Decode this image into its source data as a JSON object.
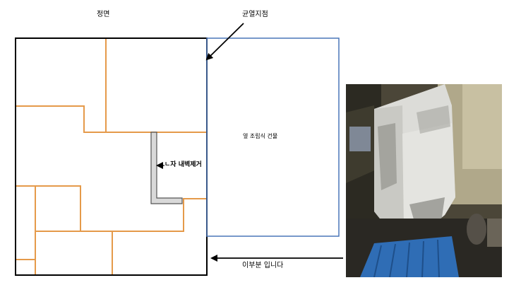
{
  "labels": {
    "front": "정면",
    "crack_point": "균열지점",
    "adjacent_building": "옆 조립식 건물",
    "l_wall_removal": "ㄴ자 내벽제거",
    "this_part": "이부분 입니다"
  },
  "colors": {
    "outline": "#000000",
    "walls": "#e59a4a",
    "adjacent_building_border": "#4a76b8",
    "l_wall_fill": "#d9d9d9",
    "l_wall_border": "#555555",
    "arrow": "#000000"
  },
  "photo": {
    "subject": "weathered-building-corner-photo"
  }
}
